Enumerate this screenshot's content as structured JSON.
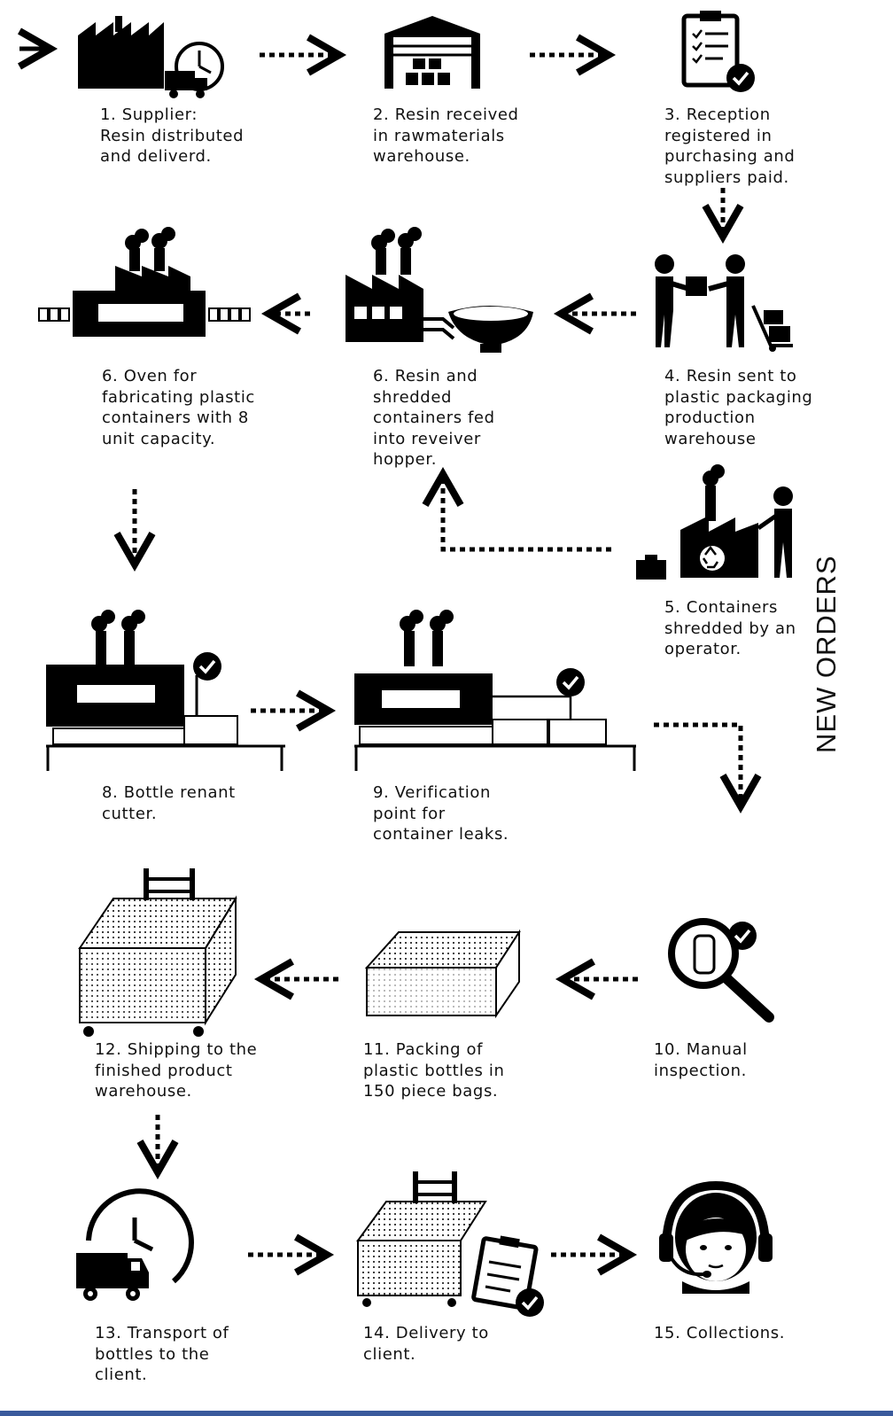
{
  "steps": [
    {
      "id": "s1",
      "text": "1. Supplier:\nResin distributed\nand deliverd."
    },
    {
      "id": "s2",
      "text": "2. Resin received\nin rawmaterials\nwarehouse."
    },
    {
      "id": "s3",
      "text": "3. Reception\nregistered in\npurchasing and\nsuppliers paid."
    },
    {
      "id": "s4",
      "text": "4. Resin sent to\nplastic packaging\nproduction\nwarehouse"
    },
    {
      "id": "s5",
      "text": "5. Containers\nshredded by an\noperator."
    },
    {
      "id": "s6b",
      "text": "6. Resin and\nshredded\ncontainers fed\ninto reveiver\nhopper."
    },
    {
      "id": "s6a",
      "text": "6. Oven for\nfabricating plastic\ncontainers with 8\nunit capacity."
    },
    {
      "id": "s8",
      "text": "8. Bottle renant\ncutter."
    },
    {
      "id": "s9",
      "text": "9. Verification\npoint for\ncontainer leaks."
    },
    {
      "id": "s10",
      "text": "10. Manual\ninspection."
    },
    {
      "id": "s11",
      "text": "11. Packing of\nplastic bottles in\n150 piece bags."
    },
    {
      "id": "s12",
      "text": "12. Shipping to the\nfinished product\nwarehouse."
    },
    {
      "id": "s13",
      "text": "13. Transport of\nbottles to the\nclient."
    },
    {
      "id": "s14",
      "text": "14. Delivery to\nclient."
    },
    {
      "id": "s15",
      "text": "15. Collections."
    }
  ],
  "side_label": "NEW ORDERS",
  "colors": {
    "ink": "#000000",
    "background": "#ffffff",
    "bar": "#3a5a9c"
  }
}
